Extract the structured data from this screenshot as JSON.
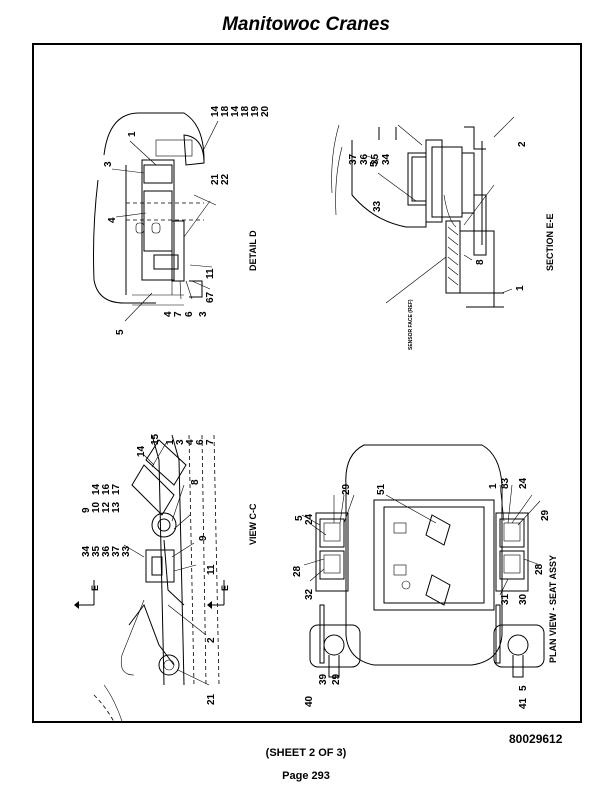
{
  "header": {
    "title": "Manitowoc Cranes"
  },
  "footer": {
    "doc_number": "80029612",
    "sheet": "(SHEET 2 OF 3)",
    "page": "Page 293"
  },
  "views": {
    "detail_d": {
      "title": "DETAIL D",
      "callouts": [
        "1",
        "3",
        "4",
        "5",
        "4",
        "7",
        "6",
        "3",
        "67",
        "11",
        "21",
        "22",
        "14",
        "18",
        "14",
        "18",
        "19",
        "20"
      ]
    },
    "section_e": {
      "title": "SECTION E-E",
      "callouts": [
        "37",
        "36",
        "35",
        "34",
        "5",
        "33",
        "8",
        "2",
        "1"
      ],
      "note": "SENSOR FACE (REF)"
    },
    "view_c": {
      "title": "VIEW C-C",
      "callouts": [
        "15",
        "14",
        "1",
        "3",
        "4",
        "6",
        "7",
        "8",
        "9",
        "10",
        "14",
        "12",
        "16",
        "13",
        "17",
        "34",
        "35",
        "36",
        "37",
        "33",
        "11",
        "9",
        "2",
        "21"
      ],
      "arrow_label": "E"
    },
    "plan": {
      "title": "PLAN VIEW - SEAT ASSY",
      "callouts": [
        "29",
        "24",
        "5",
        "28",
        "32",
        "40",
        "39",
        "29",
        "51",
        "1",
        "83",
        "24",
        "29",
        "28",
        "30",
        "31",
        "5",
        "41"
      ]
    }
  }
}
